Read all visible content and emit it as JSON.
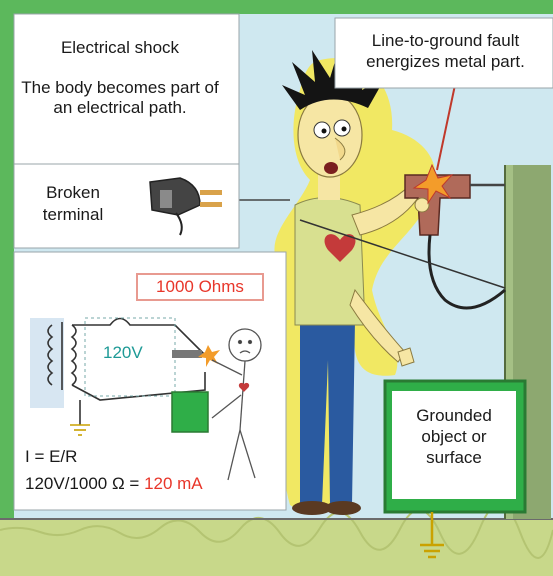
{
  "labels": {
    "title": "Electrical shock",
    "description": "The body becomes part of an electrical path.",
    "fault": "Line-to-ground fault energizes metal part.",
    "broken_terminal": "Broken terminal",
    "resistance": "1000 Ohms",
    "voltage": "120V",
    "formula": "I = E/R",
    "calc_left": "120V/1000 Ω =",
    "calc_result": "120 mA",
    "grounded": "Grounded object or surface"
  },
  "colors": {
    "frame": "#5cb85c",
    "wall": "#cfe8f0",
    "floor": "#c8d88a",
    "skin": "#f6e6a4",
    "shirt": "#d8e090",
    "jeans": "#2a5aa0",
    "heart": "#c43a3a",
    "aura": "#f7e84a",
    "accent_red": "#e8362a",
    "accent_teal": "#1e9a96"
  },
  "icons": [
    "plug-icon",
    "drill-icon",
    "heart-icon",
    "ground-symbol-icon",
    "stick-figure-icon",
    "spark-icon"
  ]
}
